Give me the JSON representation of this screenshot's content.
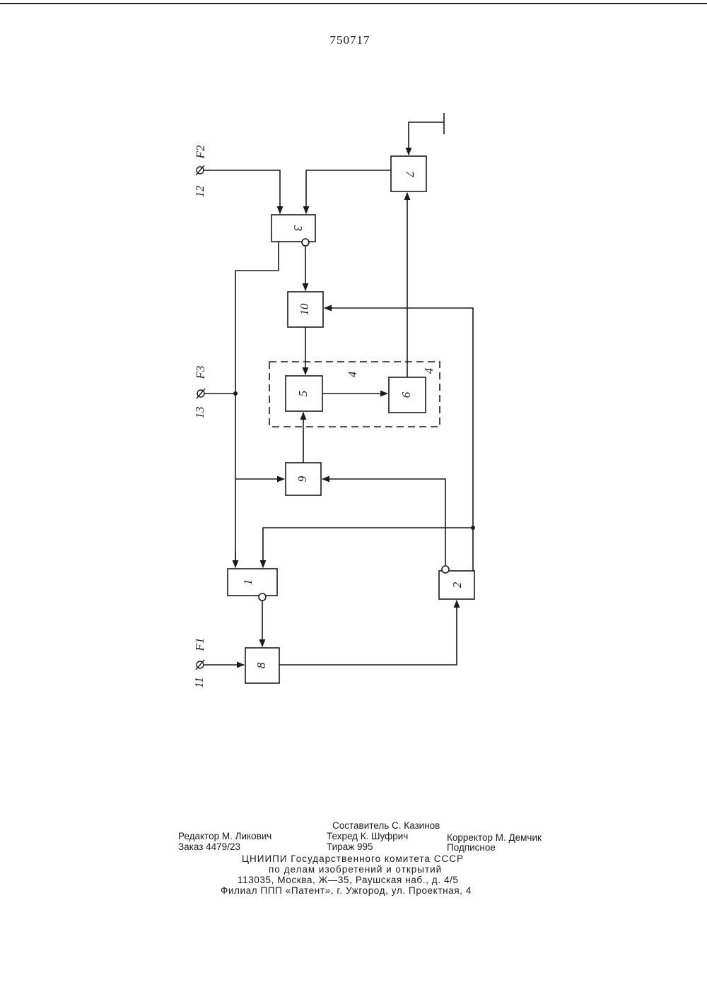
{
  "document": {
    "patent_number": "750717"
  },
  "diagram": {
    "blocks": [
      {
        "id": "b1",
        "label": "1"
      },
      {
        "id": "b2",
        "label": "2"
      },
      {
        "id": "b3",
        "label": "3"
      },
      {
        "id": "b5",
        "label": "5"
      },
      {
        "id": "b6",
        "label": "6"
      },
      {
        "id": "b7",
        "label": "7"
      },
      {
        "id": "b8",
        "label": "8"
      },
      {
        "id": "b9",
        "label": "9"
      },
      {
        "id": "b10",
        "label": "10"
      }
    ],
    "group_label": "4",
    "group_label_inner": "4",
    "terminals": [
      {
        "id": "t11",
        "number": "11",
        "signal": "F1"
      },
      {
        "id": "t12",
        "number": "12",
        "signal": "F2"
      },
      {
        "id": "t13",
        "number": "13",
        "signal": "F3"
      }
    ]
  },
  "footer": {
    "compiler": "Составитель С. Казинов",
    "editor": "Редактор М. Ликович",
    "techred": "Техред К. Шуфрич",
    "corrector": "Корректор М. Демчик",
    "order": "Заказ 4479/23",
    "circulation": "Тираж 995",
    "subscription": "Подписное",
    "org_line1": "ЦНИИПИ Государственного комитета СССР",
    "org_line2": "по делам изобретений и открытий",
    "org_line3": "113035, Москва, Ж—35, Раушская наб., д. 4/5",
    "org_line4": "Филиал ППП «Патент», г. Ужгород, ул. Проектная, 4"
  }
}
